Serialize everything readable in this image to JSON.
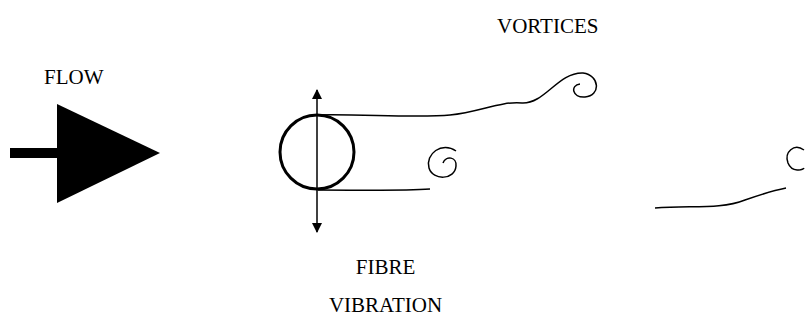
{
  "diagram": {
    "labels": [
      "FLOW",
      "VORTICES",
      "FIBRE VIBRATION"
    ]
  }
}
